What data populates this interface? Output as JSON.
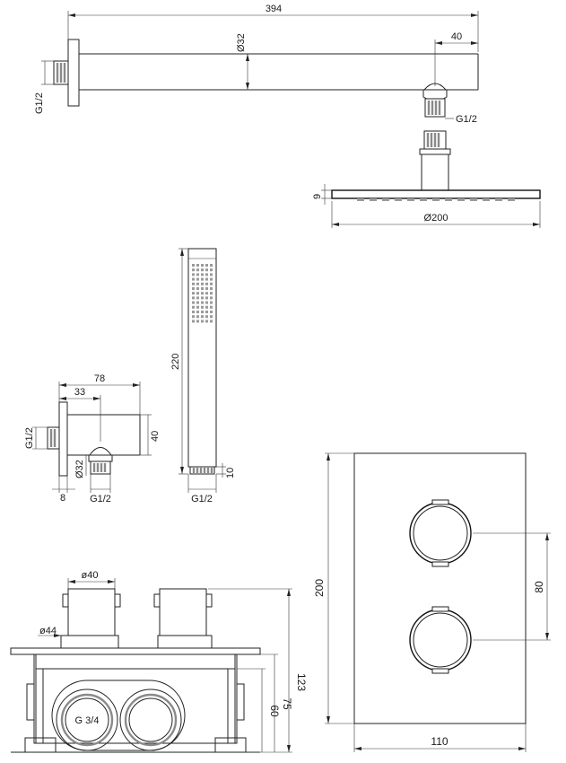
{
  "shower_arm": {
    "length": "394",
    "diameter": "Ø32",
    "offset": "40",
    "inlet_thread": "G1/2",
    "outlet_thread": "G1/2"
  },
  "shower_head": {
    "thickness": "9",
    "diameter": "Ø200"
  },
  "hand_shower": {
    "length": "220",
    "end_height": "10",
    "thread": "G1/2"
  },
  "wall_outlet": {
    "depth": "78",
    "center_offset": "33",
    "height": "40",
    "inlet_thread": "G1/2",
    "diameter": "Ø32",
    "plate_thickness": "8",
    "outlet_thread": "G1/2"
  },
  "mixer_body": {
    "knob_diameter": "ø40",
    "rosette_diameter": "ø44",
    "depth_total": "123",
    "depth_body": "75",
    "depth_box": "60",
    "port_thread": "G 3/4"
  },
  "cover_plate": {
    "height": "200",
    "knob_spacing": "80",
    "width": "110"
  }
}
